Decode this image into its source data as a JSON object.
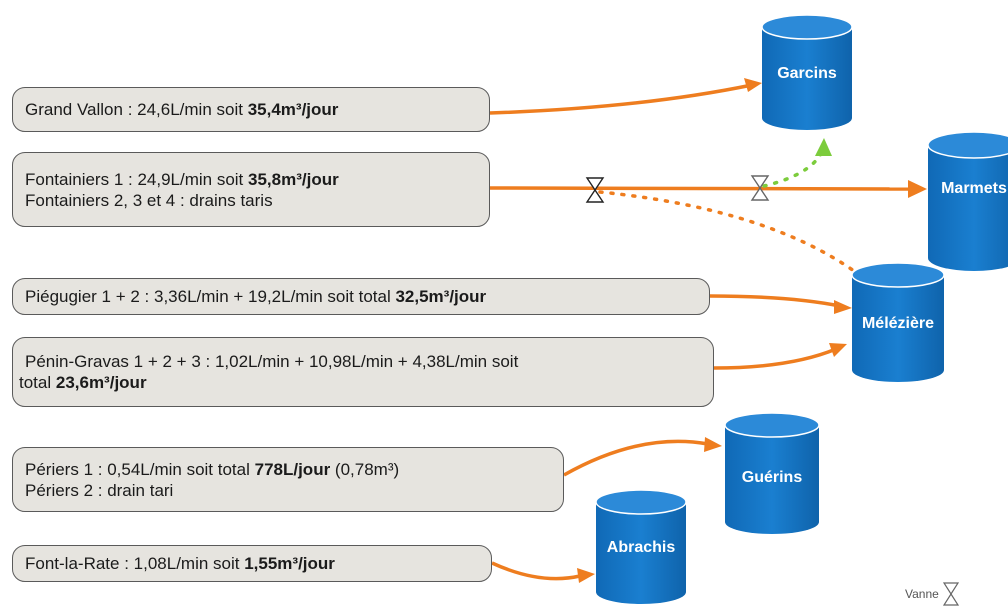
{
  "sources": [
    {
      "id": "grand-vallon",
      "line1_pre": "Grand Vallon : 24,6L/min soit ",
      "line1_bold": "35,4m³/jour",
      "line1_post": "",
      "line2": ""
    },
    {
      "id": "fontainiers",
      "line1_pre": "Fontainiers 1 : 24,9L/min soit ",
      "line1_bold": "35,8m³/jour",
      "line1_post": "",
      "line2": "Fontainiers 2, 3 et 4 : drains taris"
    },
    {
      "id": "piegugier",
      "line1_pre": "Piégugier 1 + 2 : 3,36L/min + 19,2L/min soit total ",
      "line1_bold": "32,5m³/jour",
      "line1_post": "",
      "line2": ""
    },
    {
      "id": "penin-gravas",
      "line1_pre": "Pénin-Gravas 1 + 2 + 3 : 1,02L/min + 10,98L/min + 4,38L/min soit",
      "line1_bold": "",
      "line1_post": "",
      "line2_pre": "total ",
      "line2_bold": "23,6m³/jour"
    },
    {
      "id": "periers",
      "line1_pre": "Périers 1 : 0,54L/min soit total ",
      "line1_bold": "778L/jour",
      "line1_post": " (0,78m³)",
      "line2": "Périers 2 : drain tari"
    },
    {
      "id": "font-la-rate",
      "line1_pre": "Font-la-Rate : 1,08L/min soit ",
      "line1_bold": "1,55m³/jour",
      "line1_post": "",
      "line2": ""
    }
  ],
  "reservoirs": {
    "garcins": "Garcins",
    "marmets": "Marmets",
    "meleziere": "Mélézière",
    "guerins": "Guérins",
    "abrachis": "Abrachis"
  },
  "legend": {
    "valve_label": "Vanne"
  },
  "colors": {
    "pipe": "#ee7d1f",
    "valve_route_orange": "#ee7d1f",
    "valve_route_green": "#7ccc3c",
    "tank": "#1173c4",
    "box_fill": "#e6e4df",
    "box_border": "#5a5a5a"
  }
}
